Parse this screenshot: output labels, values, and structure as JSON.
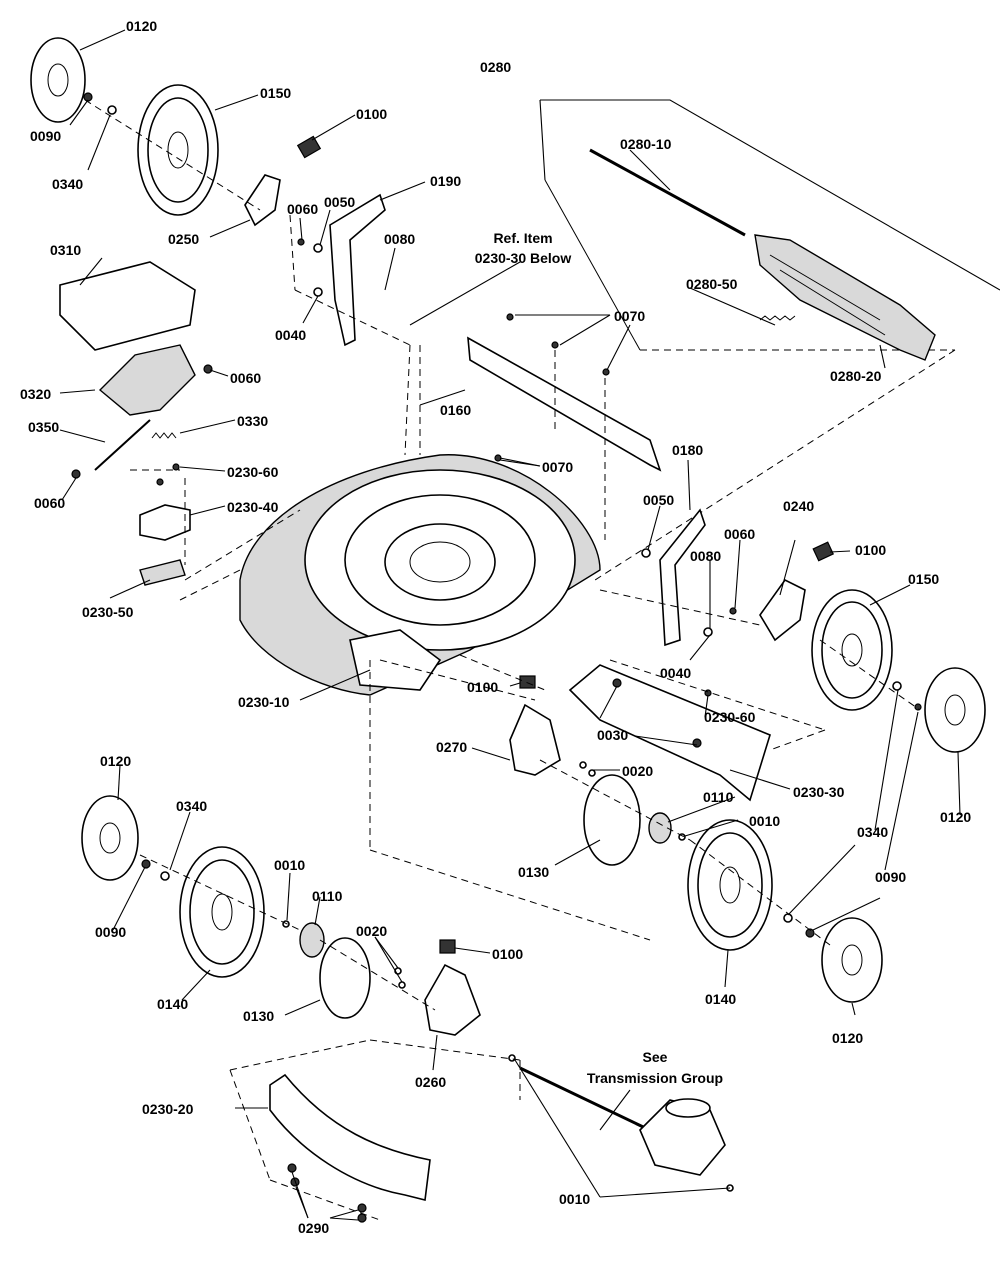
{
  "labels": {
    "l0120_a": "0120",
    "l0090_a": "0090",
    "l0340_a": "0340",
    "l0150_a": "0150",
    "l0100_a": "0100",
    "l0250": "0250",
    "l0060_a": "0060",
    "l0050_a": "0050",
    "l0190": "0190",
    "l0080_a": "0080",
    "l0040_a": "0040",
    "l0280": "0280",
    "l0280_10": "0280-10",
    "l0280_50": "0280-50",
    "l0280_20": "0280-20",
    "l0310": "0310",
    "l0320": "0320",
    "l0060_b": "0060",
    "l0350": "0350",
    "l0330": "0330",
    "l0060_c": "0060",
    "l0230_60_a": "0230-60",
    "l0230_40": "0230-40",
    "l0230_50": "0230-50",
    "l0070_a": "0070",
    "l0160": "0160",
    "l0070_b": "0070",
    "l0180": "0180",
    "l0050_b": "0050",
    "l0060_d": "0060",
    "l0240": "0240",
    "l0100_b": "0100",
    "l0080_b": "0080",
    "l0150_b": "0150",
    "l0040_b": "0040",
    "l0230_10": "0230-10",
    "l0100_c": "0100",
    "l0230_60_b": "0230-60",
    "l0030_a": "0030",
    "l0270": "0270",
    "l0020_a": "0020",
    "l0230_30": "0230-30",
    "l0120_b": "0120",
    "l0120_c": "0120",
    "l0340_b": "0340",
    "l0110_a": "0110",
    "l0010_a": "0010",
    "l0130_a": "0130",
    "l0340_c": "0340",
    "l0090_b": "0090",
    "l0010_b": "0010",
    "l0110_b": "0110",
    "l0090_c": "0090",
    "l0140_a": "0140",
    "l0020_b": "0020",
    "l0100_d": "0100",
    "l0140_b": "0140",
    "l0120_d": "0120",
    "l0130_b": "0130",
    "l0260": "0260",
    "l0230_20": "0230-20",
    "l0290": "0290",
    "l0010_c": "0010"
  },
  "notes": {
    "ref_item_1": "Ref. Item",
    "ref_item_2": "0230-30 Below",
    "see_1": "See",
    "see_2": "Transmission Group"
  }
}
